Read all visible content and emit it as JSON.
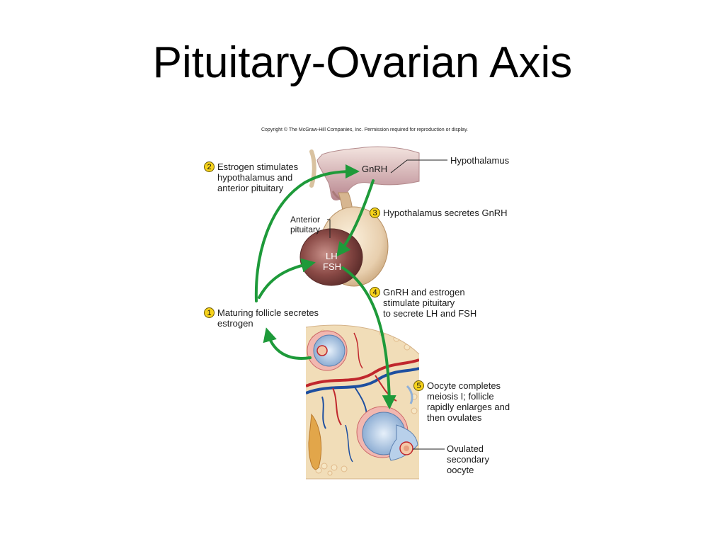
{
  "title": "Pituitary-Ovarian Axis",
  "copyright": "Copyright © The McGraw-Hill Companies, Inc. Permission required for reproduction or display.",
  "labels": {
    "hypothalamus": "Hypothalamus",
    "gnrh": "GnRH",
    "anterior_pituitary": "Anterior\npituitary",
    "lh": "LH",
    "fsh": "FSH",
    "ovulated_oocyte": "Ovulated\nsecondary\noocyte"
  },
  "steps": [
    {
      "number": "1",
      "text": "Maturing follicle secretes\nestrogen"
    },
    {
      "number": "2",
      "text": "Estrogen stimulates\nhypothalamus and\nanterior pituitary"
    },
    {
      "number": "3",
      "text": "Hypothalamus secretes GnRH"
    },
    {
      "number": "4",
      "text": "GnRH and estrogen\nstimulate pituitary\nto secrete LH and FSH"
    },
    {
      "number": "5",
      "text": "Oocyte completes\nmeiosis I; follicle\nrapidly enlarges and\nthen ovulates"
    }
  ],
  "colors": {
    "arrow": "#1e9a3a",
    "badge": "#f6d21b",
    "pituitary": "#8a4a46",
    "pituitary_light": "#e8cfae",
    "hypothalamus": "#b8868f",
    "ovary_tissue": "#f1ddb8",
    "follicle": "#a9c4e0",
    "blood_vessel_red": "#c0272d",
    "blood_vessel_blue": "#1e4fa0"
  }
}
